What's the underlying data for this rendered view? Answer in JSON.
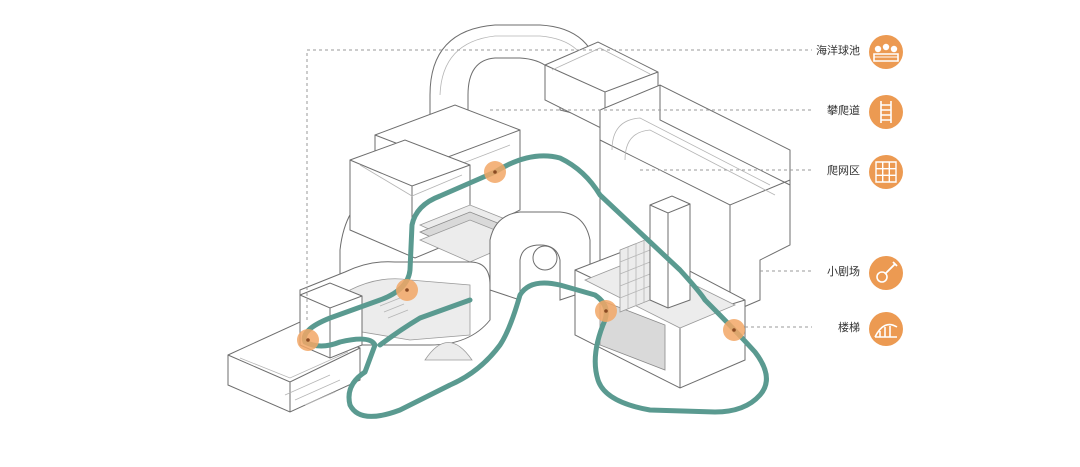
{
  "legend": [
    {
      "id": "ball-pool",
      "label": "海洋球池",
      "icon": "ball-pool-icon"
    },
    {
      "id": "climbing",
      "label": "攀爬道",
      "icon": "ladder-icon"
    },
    {
      "id": "net",
      "label": "爬网区",
      "icon": "net-grid-icon"
    },
    {
      "id": "theater",
      "label": "小剧场",
      "icon": "guitar-icon"
    },
    {
      "id": "stairs",
      "label": "楼梯",
      "icon": "stairs-icon"
    }
  ],
  "colors": {
    "accent": "#ec9a52",
    "route": "#5a9a90",
    "line": "#6e6e6e"
  }
}
